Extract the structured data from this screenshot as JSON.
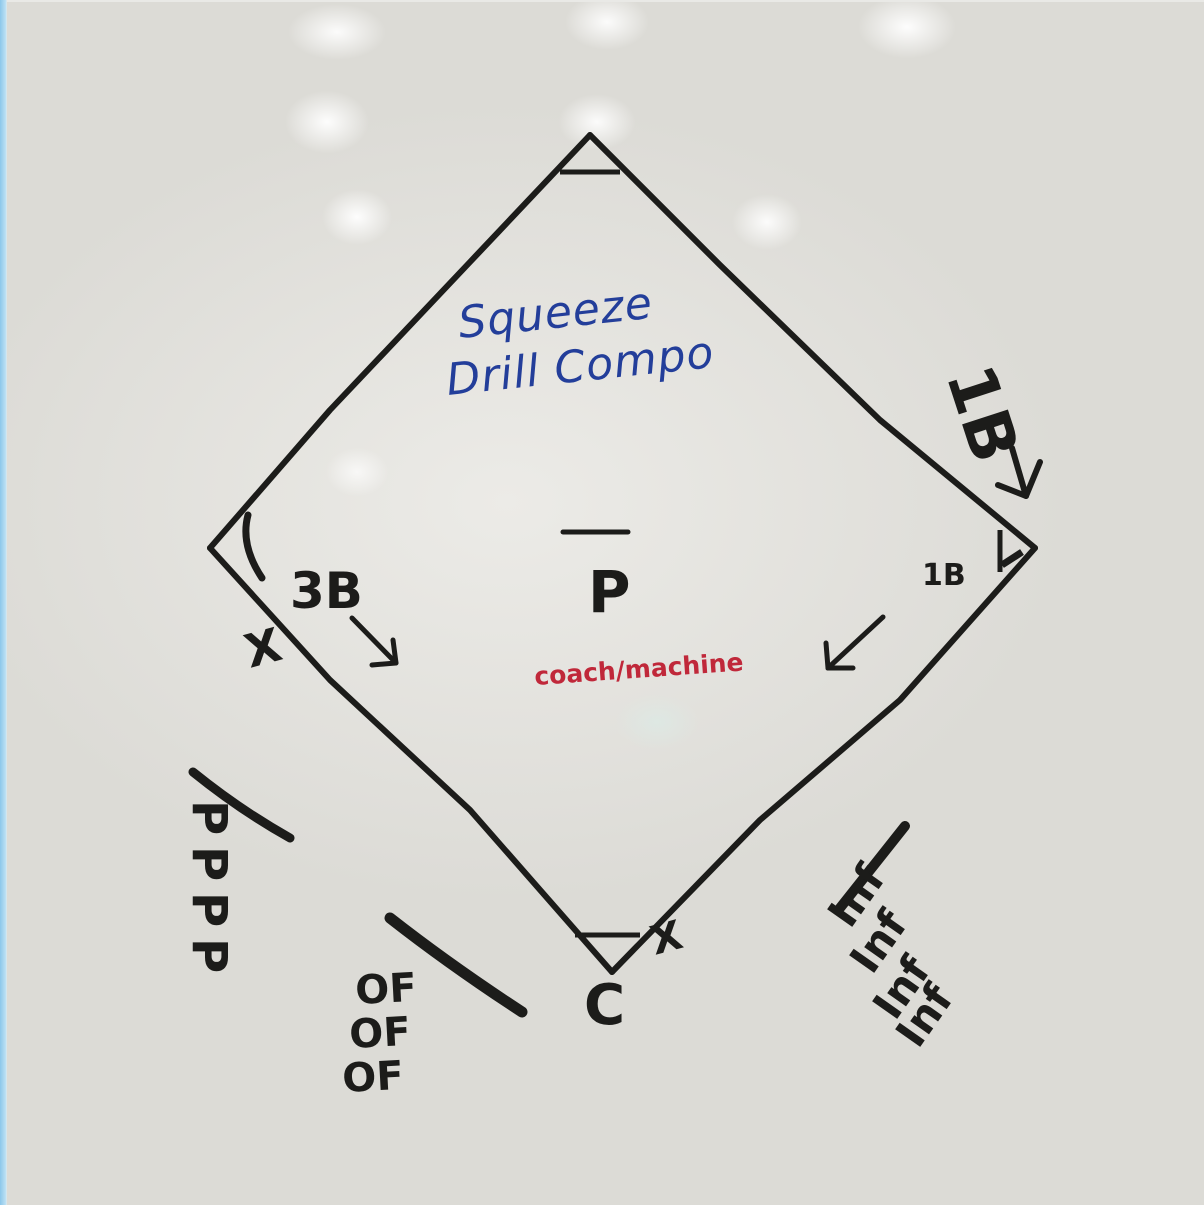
{
  "title_line1": "Squeeze",
  "title_line2": "Drill Compo",
  "pitcher_label": "P",
  "pitcher_note": "coach/machine",
  "third_base_label": "3B",
  "first_base_label_outside": "1B",
  "first_base_label_inside": "1B",
  "catcher_label": "C",
  "x_mark_third": "X",
  "x_mark_home": "X",
  "pitcher_queue": [
    "P",
    "P",
    "P",
    "P"
  ],
  "outfield_queue": [
    "OF",
    "OF",
    "OF"
  ],
  "infield_queue": [
    "Inf",
    "Inf",
    "Inf",
    "Inf"
  ],
  "colors": {
    "ink_black": "#1c1c1a",
    "ink_blue": "#233e9a",
    "ink_red": "#c0283a",
    "board": "#e6e5e1",
    "frame": "#9fd0ec"
  }
}
